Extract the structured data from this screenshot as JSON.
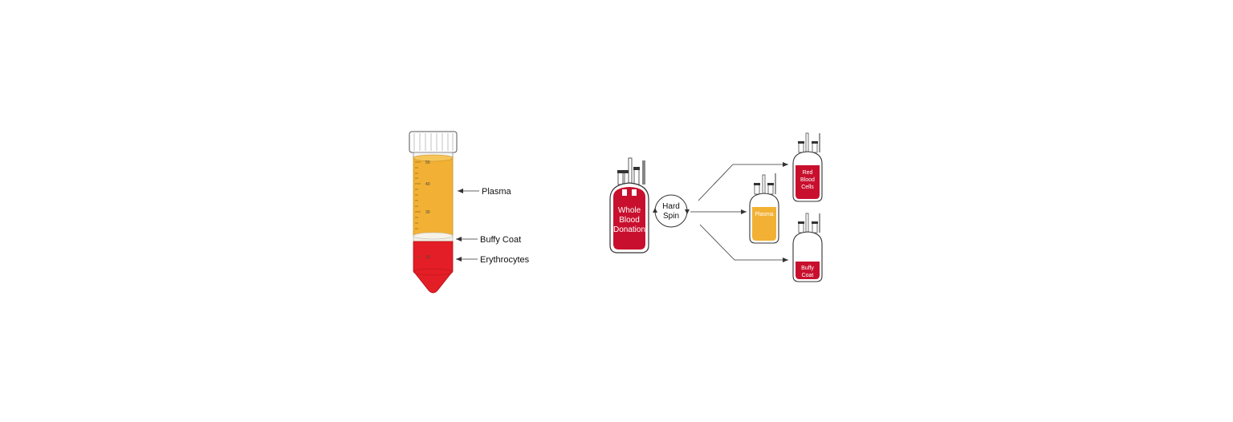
{
  "tube": {
    "labels": {
      "plasma": "Plasma",
      "buffy_coat": "Buffy Coat",
      "erythrocytes": "Erythrocytes"
    },
    "ticks": [
      "50",
      "40",
      "30",
      "10"
    ]
  },
  "process": {
    "source_bag": [
      "Whole",
      "Blood",
      "Donation"
    ],
    "spin": [
      "Hard",
      "Spin"
    ],
    "products": {
      "red_blood_cells": [
        "Red",
        "Blood",
        "Cells"
      ],
      "plasma": "Plasma",
      "buffy_coat": [
        "Buffy",
        "Coat"
      ]
    }
  },
  "colors": {
    "plasma": "#f2b134",
    "blood": "#c8102e",
    "erythrocytes": "#e41e26",
    "outline": "#333333"
  }
}
